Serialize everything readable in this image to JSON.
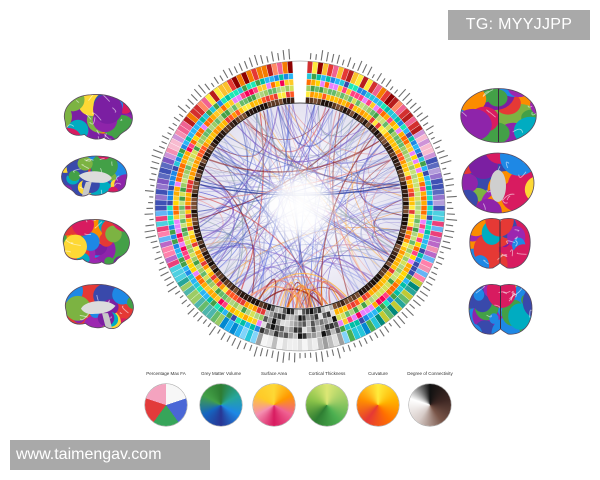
{
  "watermarks": {
    "top_right": "TG: MYYJJPP",
    "bottom_left": "www.taimengav.com"
  },
  "legend": [
    {
      "title": "Percentage Max FA",
      "segmented": true,
      "colors": [
        "#f7f7f7",
        "#4a67d6",
        "#37a55a",
        "#e23b3b",
        "#f4a3bf"
      ]
    },
    {
      "title": "Grey Matter Volume",
      "segmented": false,
      "colors": [
        "#2e7d32",
        "#26a69a",
        "#1e88e5",
        "#283593",
        "#1565c0",
        "#43a047",
        "#2e7d32"
      ]
    },
    {
      "title": "Surface Area",
      "segmented": false,
      "colors": [
        "#fdd835",
        "#ff9800",
        "#f06292",
        "#d81b60",
        "#f48fb1",
        "#ffca28",
        "#fdd835"
      ]
    },
    {
      "title": "Cortical Thickness",
      "segmented": false,
      "colors": [
        "#dce775",
        "#9ccc65",
        "#4caf50",
        "#2e7d32",
        "#8bc34a",
        "#dce775"
      ]
    },
    {
      "title": "Curvature",
      "segmented": false,
      "colors": [
        "#ffeb3b",
        "#ffb300",
        "#ff6f00",
        "#e53935",
        "#ff8f00",
        "#ffeb3b"
      ]
    },
    {
      "title": "Degree of Connectivity",
      "segmented": false,
      "colors": [
        "#111111",
        "#3e2723",
        "#795548",
        "#d7ccc8",
        "#ffffff",
        "#111111"
      ]
    }
  ],
  "palettes": {
    "frontal": [
      "#b71c1c",
      "#d32f2f",
      "#e53935",
      "#f57c00",
      "#fbc02d",
      "#ffeb3b",
      "#ff8a65",
      "#8e0000",
      "#f06292"
    ],
    "insula": [
      "#f8bbd0",
      "#f48fb1",
      "#ce93d8"
    ],
    "limbic": [
      "#7e57c2",
      "#9575cd",
      "#5c6bc0",
      "#b39ddb",
      "#3f51b5"
    ],
    "temporal": [
      "#ec407a",
      "#f48fb1",
      "#64b5f6",
      "#4dd0e1",
      "#ba68c8",
      "#ff80ab"
    ],
    "parietal": [
      "#26a69a",
      "#66bb6a",
      "#9ccc65",
      "#4db6ac",
      "#00897b",
      "#c0ca33"
    ],
    "occipital": [
      "#29b6f6",
      "#0288d1",
      "#4caf50",
      "#81d4fa",
      "#26c6da"
    ],
    "deep_outer": [
      "#f5f5f5",
      "#e0e0e0",
      "#bdbdbd",
      "#9e9e9e",
      "#eeeeee"
    ],
    "deep_inner": [
      "#111111",
      "#333333",
      "#555555",
      "#777777",
      "#999999",
      "#bbbbbb",
      "#dddddd"
    ],
    "grey_matter_volume": [
      "#1de9b6",
      "#00bfa5",
      "#26c6da",
      "#29b6f6",
      "#1e88e5",
      "#3949ab",
      "#43a047"
    ],
    "surface_area": [
      "#ffd600",
      "#ffab00",
      "#ff6d00",
      "#f50057",
      "#ff4081",
      "#ea80fc",
      "#ffca28"
    ],
    "cortical_thickness": [
      "#c6e377",
      "#9ccc65",
      "#66bb6a",
      "#43a047",
      "#d4e157",
      "#aed581"
    ],
    "curvature": [
      "#ffeb3b",
      "#ffc107",
      "#ff9800",
      "#ff5722",
      "#e53935",
      "#ffb300"
    ],
    "degree_of_connectivity": [
      "#1b0f0a",
      "#3e2418",
      "#5d3a24",
      "#7b4f33",
      "#2a1810"
    ],
    "chords_cool": [
      "#5b6ee1",
      "#6a5acd",
      "#8c8fe0",
      "#3f51b5",
      "#9fa8da",
      "#7e57c2"
    ],
    "chords_warm": [
      "#e57373",
      "#d32f2f",
      "#ef9a9a",
      "#ffb74d",
      "#f57c00",
      "#8e1b1b"
    ],
    "chords_neutral": [
      "#b0b0d8",
      "#90a4ae",
      "#c5c3e0"
    ],
    "brain": [
      "#7b1fa2",
      "#9c27b0",
      "#3949ab",
      "#1e88e5",
      "#43a047",
      "#7cb342",
      "#fdd835",
      "#fb8c00",
      "#e53935",
      "#d81b60",
      "#00acc1",
      "#8e24aa"
    ]
  }
}
